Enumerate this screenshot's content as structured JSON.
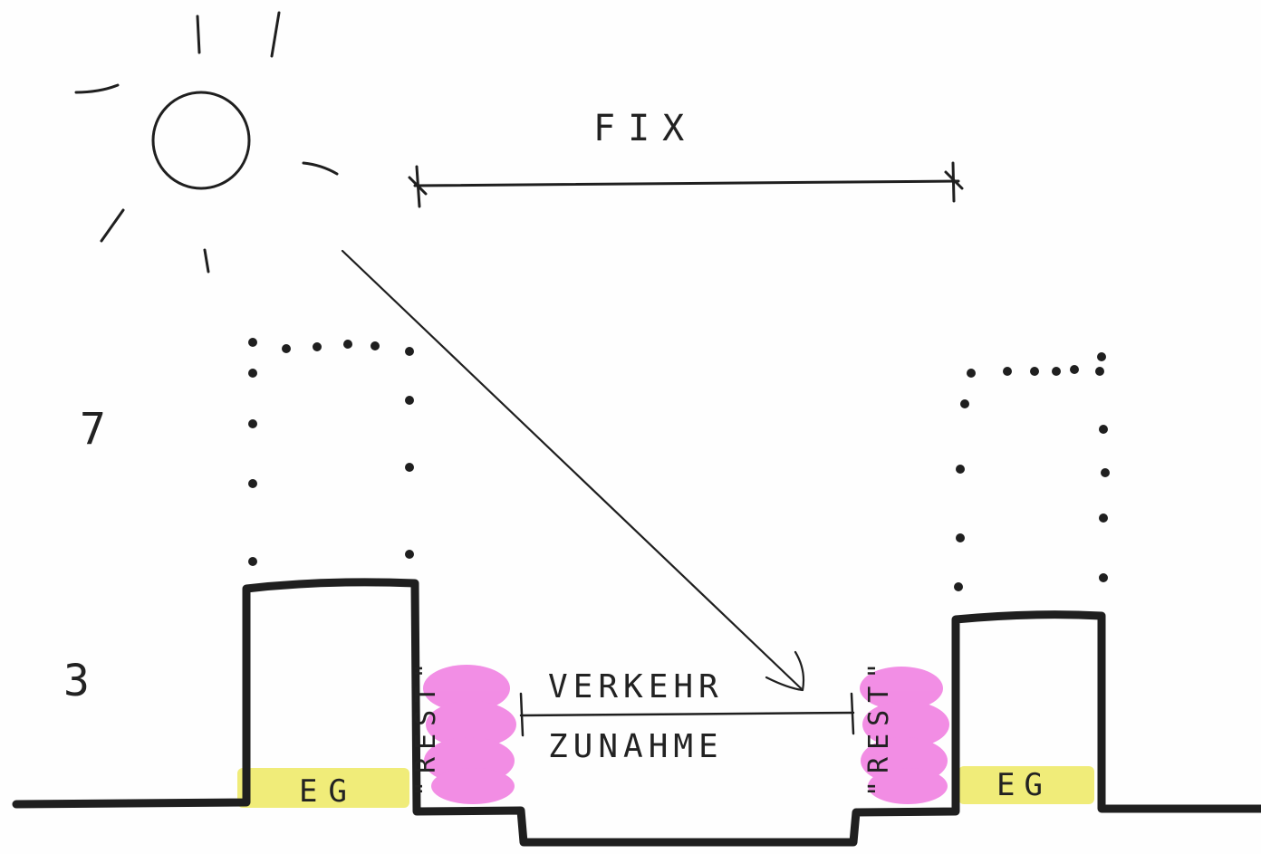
{
  "labels": {
    "fix": "FIX",
    "floors_high": "7",
    "floors_low": "3",
    "eg_left": "EG",
    "eg_right": "EG",
    "rest_left": "\"REST\"",
    "rest_right": "\"REST\"",
    "verkehr": "VERKEHR",
    "zunahme": "ZUNAHME"
  },
  "colors": {
    "ink": "#1f1f1f",
    "eg_highlight": "#eeea6a",
    "rest_highlight": "#f07ae0"
  },
  "icons": [
    "sun-icon",
    "dimension-arrow-icon"
  ]
}
